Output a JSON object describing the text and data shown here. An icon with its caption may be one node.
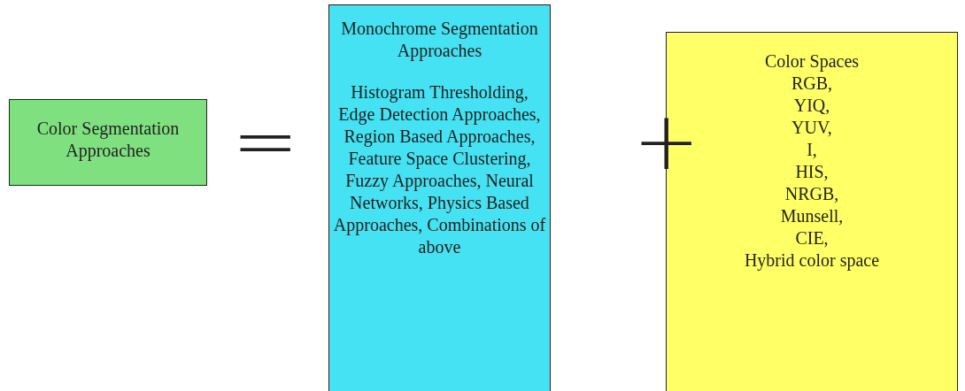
{
  "diagram": {
    "nodes": [
      {
        "text": [
          "Color Segmentation Approaches"
        ]
      },
      {
        "text": [
          "Monochrome Segmentation Approaches",
          "Histogram Thresholding, Edge Detection Approaches, Region Based Approaches, Feature Space Clustering, Fuzzy Approaches, Neural Networks, Physics Based Approaches, Combinations of above"
        ]
      },
      {
        "text": [
          "Color Spaces",
          "RGB,",
          "YIQ,",
          "YUV,",
          "I,",
          "HIS,",
          "NRGB,",
          "Munsell,",
          "CIE,",
          "Hybrid color space"
        ]
      }
    ],
    "labels": [
      "=",
      "+"
    ]
  }
}
